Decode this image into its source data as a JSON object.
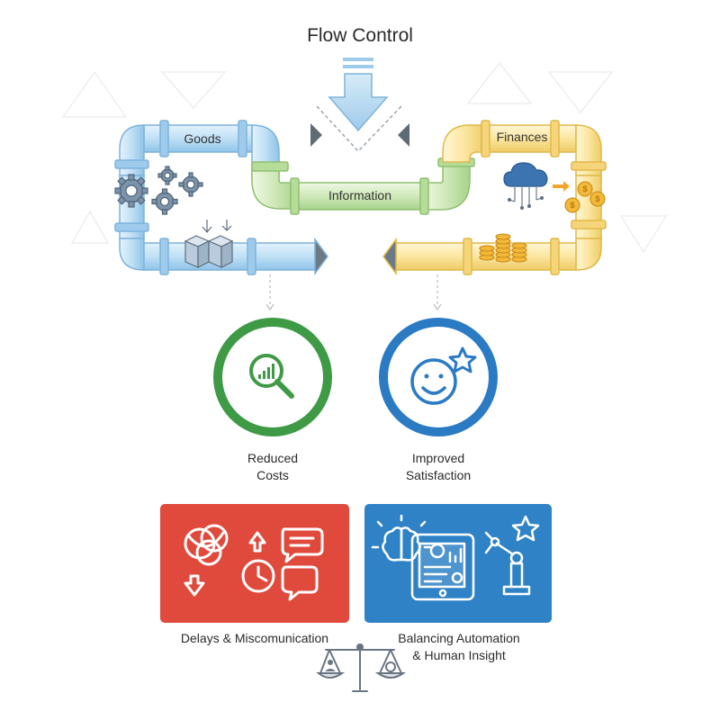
{
  "title": "Flow Control",
  "pipes": {
    "goods": "Goods",
    "information": "Information",
    "finances": "Finances"
  },
  "outcomes": {
    "left": {
      "line1": "Reduced",
      "line2": "Costs",
      "color": "#3f9a46"
    },
    "right": {
      "line1": "Improved",
      "line2": "Satisfaction",
      "color": "#2b7ac4"
    }
  },
  "challenges": {
    "left": {
      "label": "Delays & Miscomunication",
      "color": "#e04a3c"
    },
    "right": {
      "line1": "Balancing Automation",
      "line2": "& Human Insight",
      "color": "#2f82c6"
    }
  },
  "colors": {
    "goods_pipe": "#bfe0f5",
    "info_pipe": "#cfe8b8",
    "finance_pipe": "#fbe6a0",
    "coin": "#f2b83a"
  },
  "icons": [
    "arrow-down-icon",
    "gears-icon",
    "boxes-icon",
    "cloud-data-icon",
    "coins-icon",
    "magnifier-chart-icon",
    "smiley-star-icon",
    "tangle-icon",
    "clock-icon",
    "chat-bubble-icon",
    "brain-icon",
    "tablet-icon",
    "robot-arm-icon",
    "star-icon",
    "scale-icon"
  ]
}
